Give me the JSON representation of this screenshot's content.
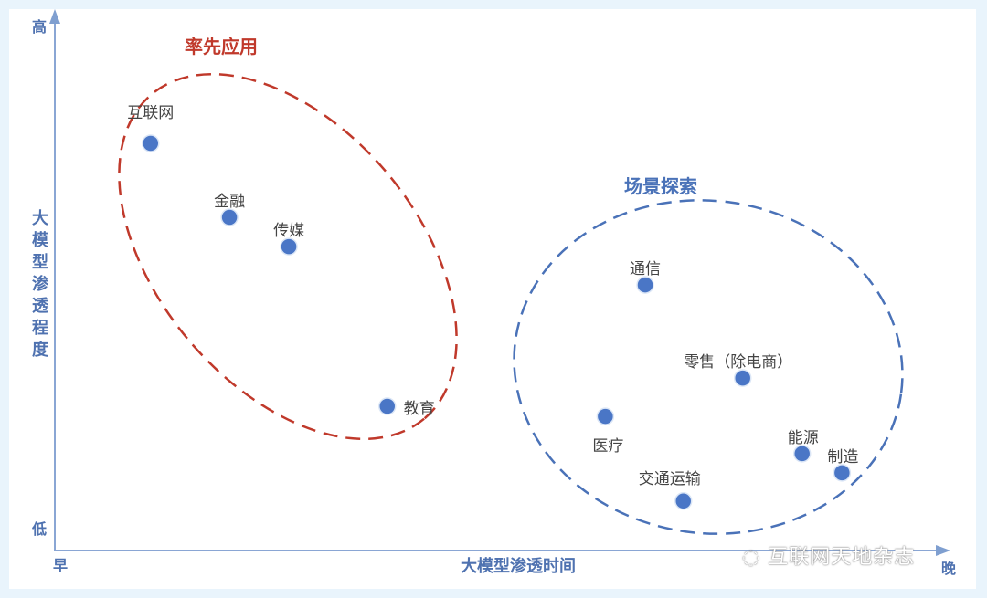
{
  "chart_data": {
    "type": "scatter",
    "xlabel": "大模型渗透时间",
    "ylabel": "大模型渗透程度",
    "x_ticks": {
      "low": "早",
      "high": "晚"
    },
    "y_ticks": {
      "low": "低",
      "high": "高"
    },
    "xlim": [
      0,
      100
    ],
    "ylim": [
      0,
      100
    ],
    "groups": [
      {
        "name": "率先应用",
        "color": "#c0392b"
      },
      {
        "name": "场景探索",
        "color": "#4a72b8"
      }
    ],
    "points": [
      {
        "label": "互联网",
        "x": 10.8,
        "y": 76.5,
        "group": 0
      },
      {
        "label": "金融",
        "x": 19.7,
        "y": 62.6,
        "group": 0
      },
      {
        "label": "传媒",
        "x": 26.4,
        "y": 57.1,
        "group": 0
      },
      {
        "label": "教育",
        "x": 37.5,
        "y": 27.1,
        "group": 0
      },
      {
        "label": "通信",
        "x": 66.6,
        "y": 49.9,
        "group": 1
      },
      {
        "label": "零售（除电商）",
        "x": 77.6,
        "y": 32.4,
        "group": 1
      },
      {
        "label": "医疗",
        "x": 62.1,
        "y": 25.2,
        "group": 1
      },
      {
        "label": "能源",
        "x": 84.3,
        "y": 18.2,
        "group": 1
      },
      {
        "label": "制造",
        "x": 88.8,
        "y": 14.6,
        "group": 1
      },
      {
        "label": "交通运输",
        "x": 70.9,
        "y": 9.3,
        "group": 1
      }
    ],
    "point_color": "#4a76c6"
  },
  "watermark": "互联网天地杂志"
}
